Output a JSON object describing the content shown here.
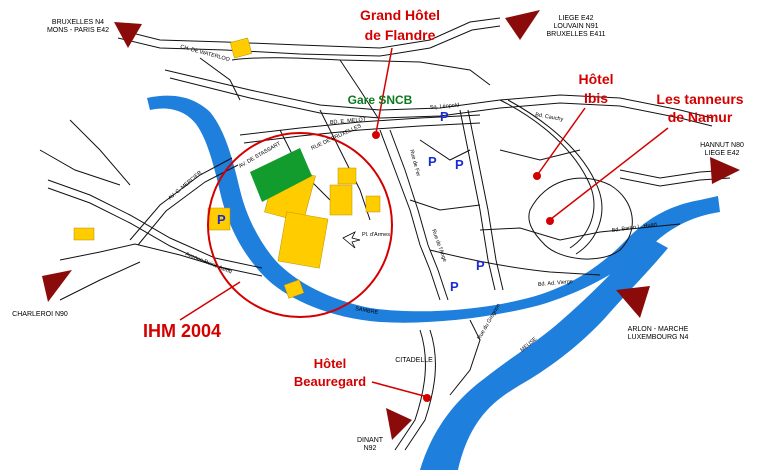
{
  "colors": {
    "river": "#1e7fdc",
    "block": "#ffcc00",
    "park": "#139c2e",
    "marker": "#d40000",
    "arrow": "#8b0a0a",
    "label_green": "#0b7a1f",
    "parking": "#1a2ccf"
  },
  "labels": {
    "grand_hotel_line1": "Grand Hôtel",
    "grand_hotel_line2": "de Flandre",
    "ibis_line1": "Hôtel",
    "ibis_line2": "Ibis",
    "tanneurs_line1": "Les tanneurs",
    "tanneurs_line2": "de Namur",
    "ihm": "IHM 2004",
    "beauregard_line1": "Hôtel",
    "beauregard_line2": "Beauregard",
    "gare": "Gare SNCB",
    "citadelle": "CITADELLE",
    "meuse": "MEUSE",
    "sambre": "SAMBRE"
  },
  "directions": {
    "bruxelles_line1": "BRUXELLES N4",
    "bruxelles_line2": "MONS - PARIS E42",
    "liege_line1": "LIEGE E42",
    "liege_line2": "LOUVAIN N91",
    "liege_line3": "BRUXELLES E411",
    "hannut_line1": "HANNUT N80",
    "hannut_line2": "LIEGE E42",
    "charleroi": "CHARLEROI N90",
    "arlon_line1": "ARLON - MARCHE",
    "arlon_line2": "LUXEMBOURG N4",
    "dinant_line1": "DINANT",
    "dinant_line2": "N92"
  },
  "streets": {
    "waterloo": "CH. DE WATERLOO",
    "stassart": "AV. DE STASSART",
    "bruxelles": "RUE DE BRUXELLES",
    "melot": "BD. E. MELOT",
    "mercier": "AV. C. MERCIER",
    "astrid": "Avenue Reine Astrid",
    "leopold": "Sq. Léopold",
    "cauchy": "Bd. Cauchy",
    "baron": "Bd. Baron L. Huart",
    "fer": "Rue de Fer",
    "ange": "Rue de l'Ange",
    "armes": "Pl. d'Armes",
    "grognon": "Rue du Grognon",
    "vierge": "Bd. Ad. Vierge"
  },
  "parking_label": "P",
  "parking_icons": [
    "p1",
    "p2",
    "p3",
    "p4",
    "p5",
    "p6"
  ]
}
